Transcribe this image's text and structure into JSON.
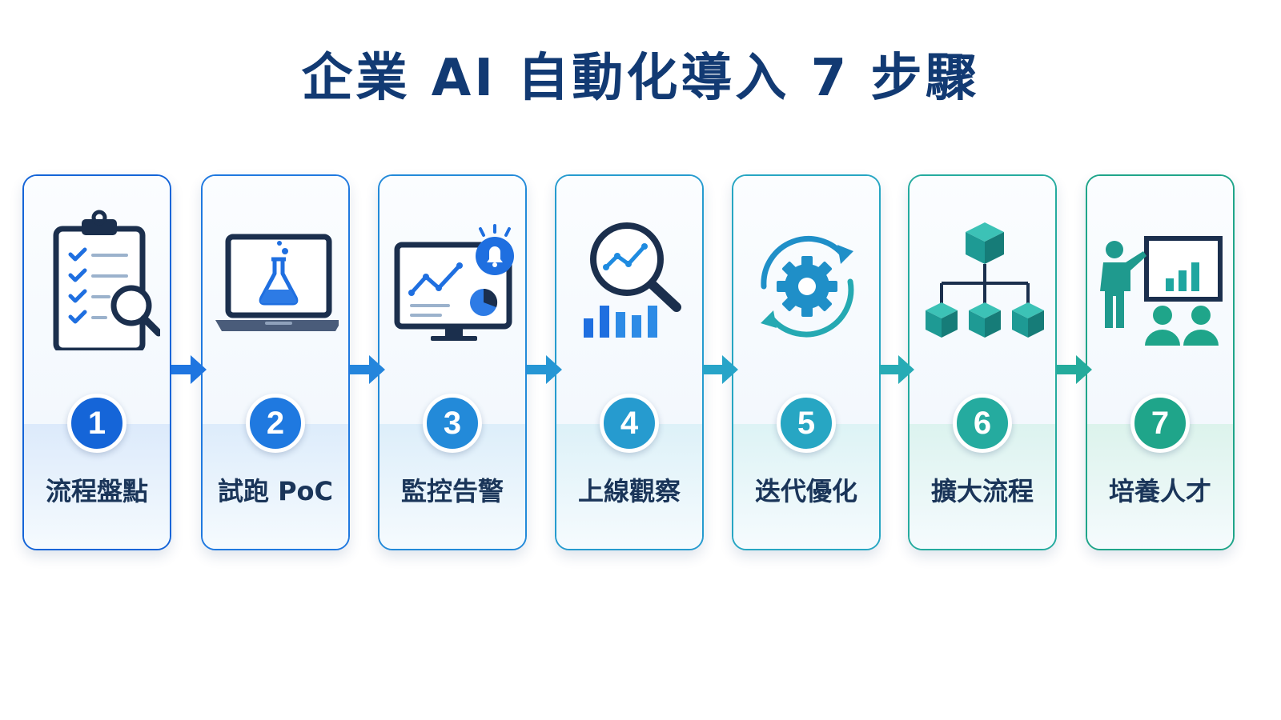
{
  "title": "企業 AI 自動化導入 7 步驟",
  "steps": [
    {
      "number": "1",
      "label": "流程盤點",
      "icon": "clipboard-checklist-magnifier-icon",
      "color": "#1565d8",
      "tint": "#dceafb"
    },
    {
      "number": "2",
      "label": "試跑 PoC",
      "icon": "laptop-flask-icon",
      "color": "#1f79e0",
      "tint": "#ddecfb"
    },
    {
      "number": "3",
      "label": "監控告警",
      "icon": "monitor-chart-bell-icon",
      "color": "#238ad9",
      "tint": "#ddeefa"
    },
    {
      "number": "4",
      "label": "上線觀察",
      "icon": "magnifier-trend-chart-icon",
      "color": "#269bcf",
      "tint": "#ddf1f8"
    },
    {
      "number": "5",
      "label": "迭代優化",
      "icon": "gear-cycle-icon",
      "color": "#27a6c3",
      "tint": "#ddf3f5"
    },
    {
      "number": "6",
      "label": "擴大流程",
      "icon": "cube-hierarchy-icon",
      "color": "#25ab9f",
      "tint": "#dcf3ef"
    },
    {
      "number": "7",
      "label": "培養人才",
      "icon": "presenter-audience-icon",
      "color": "#1fa58a",
      "tint": "#dcf3ec"
    }
  ],
  "arrow_colors": [
    "#1f75e0",
    "#2485dc",
    "#2696d4",
    "#27a4c8",
    "#27abb5",
    "#24ab9c"
  ]
}
